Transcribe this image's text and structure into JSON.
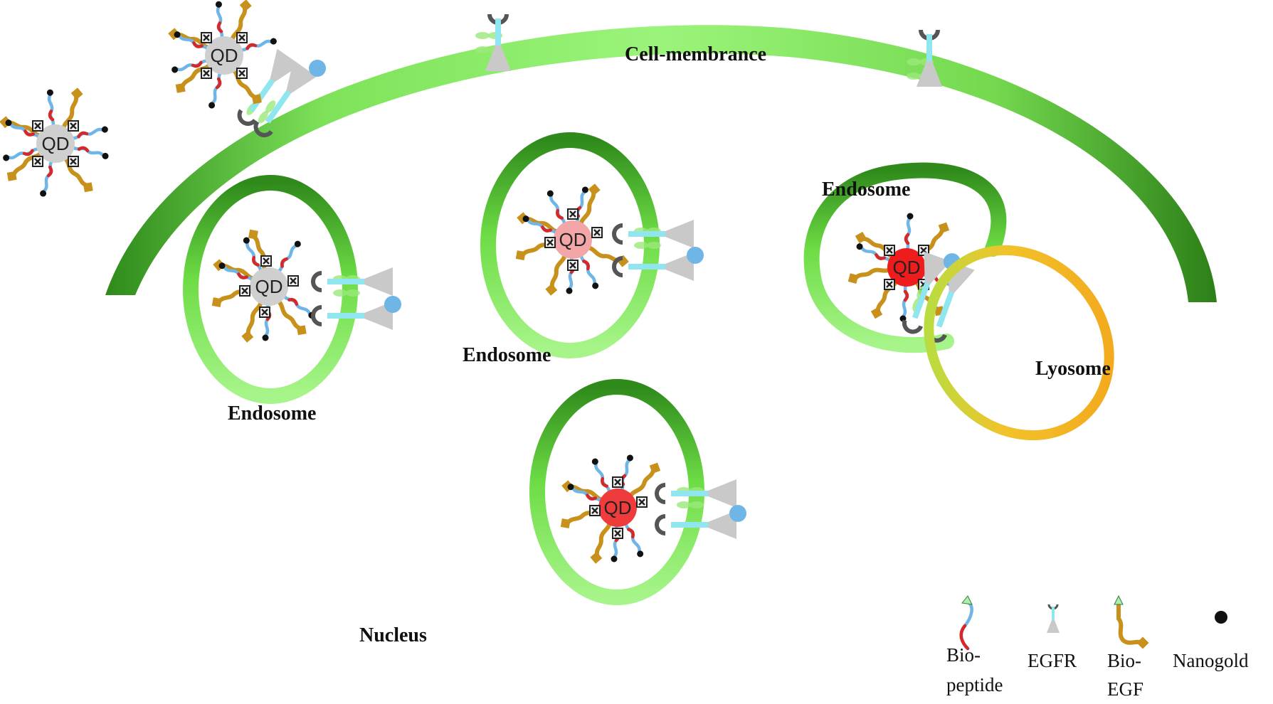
{
  "labels": {
    "cell_membrane": "Cell-membrance",
    "endosome_1": "Endosome",
    "endosome_2": "Endosome",
    "endosome_3": "Endosome",
    "lysosome": "Lyosome",
    "nucleus": "Nucleus",
    "qd": "QD"
  },
  "legend": {
    "biopeptide_line1": "Bio-",
    "biopeptide_line2": "peptide",
    "egfr": "EGFR",
    "bioegf_line1": "Bio-",
    "bioegf_line2": "EGF",
    "nanogold": "Nanogold"
  },
  "colors": {
    "membrane_light": "#8ef06a",
    "membrane_dark": "#2e8b1a",
    "qd_gray": "#cfcfcf",
    "qd_pink": "#f3a6a8",
    "qd_red": "#ee1c1c",
    "qd_red2": "#ef3b3b",
    "egf_gold": "#c8911c",
    "peptide_blue": "#6fb6e6",
    "peptide_red": "#d62828",
    "egfr_cyan": "#8fe6ee",
    "lysosome_orange": "#f5a623"
  }
}
